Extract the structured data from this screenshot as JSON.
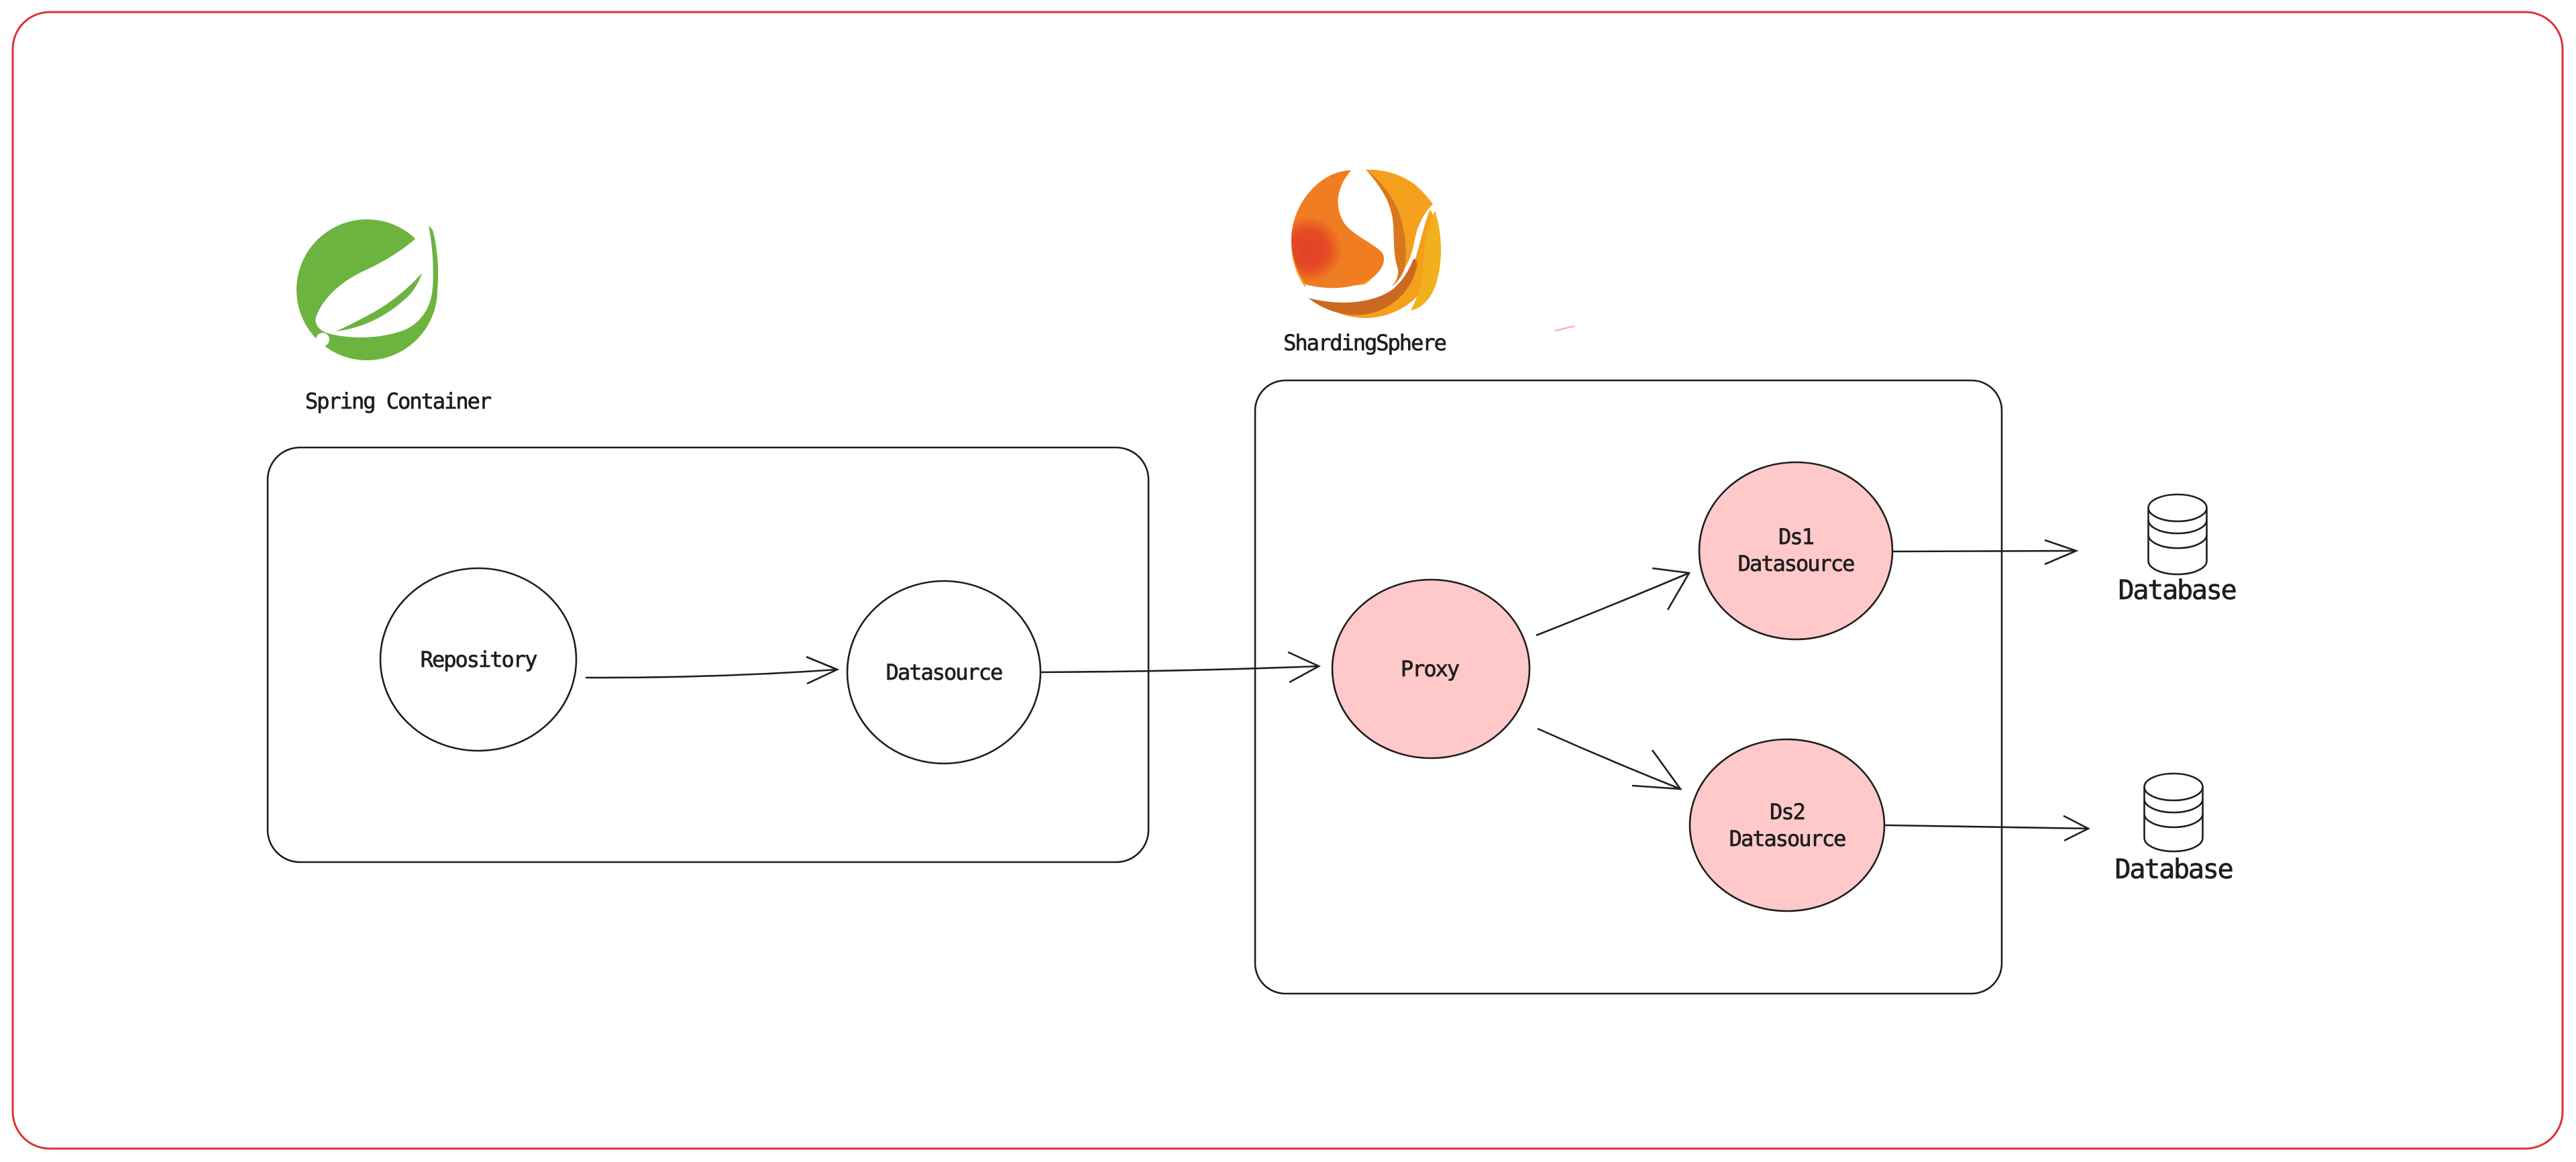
{
  "page": {
    "type": "hand-drawn architecture diagram",
    "background": "#ffffff"
  },
  "labels": {
    "spring_container": "Spring Container",
    "shardingsphere": "ShardingSphere",
    "repository": "Repository",
    "datasource": "Datasource",
    "proxy": "Proxy",
    "ds1_line1": "Ds1",
    "ds1_line2": "Datasource",
    "ds2_line1": "Ds2",
    "ds2_line2": "Datasource",
    "database_top": "Database",
    "database_bottom": "Database"
  },
  "colors": {
    "ink": "#1e1e1e",
    "page_border": "#e03131",
    "node_fill_pink": "#ffc9c9",
    "plain_node_fill": "#ffffff",
    "spring_green": "#6db33f",
    "ss_orange": "#f07d21",
    "ss_yellow_base": "#f5a01d",
    "ss_dark_edge": "#d9771e",
    "ss_bottom_dark": "#cb6921",
    "ss_right_crescent": "#f2b01c",
    "ss_red_blob": "#e34026",
    "stray_stroke_pink": "#ffb5b5"
  },
  "diagram": {
    "groups": [
      {
        "id": "spring-container-box",
        "label": "Spring Container",
        "logo": "spring-leaf"
      },
      {
        "id": "shardingsphere-box",
        "label": "ShardingSphere",
        "logo": "shardingsphere-sphere"
      }
    ],
    "nodes": [
      {
        "id": "repository",
        "label": "Repository",
        "group": "spring-container-box",
        "fill": "white"
      },
      {
        "id": "datasource",
        "label": "Datasource",
        "group": "spring-container-box",
        "fill": "white"
      },
      {
        "id": "proxy",
        "label": "Proxy",
        "group": "shardingsphere-box",
        "fill": "pink"
      },
      {
        "id": "ds1-datasource",
        "label": "Ds1 Datasource",
        "group": "shardingsphere-box",
        "fill": "pink"
      },
      {
        "id": "ds2-datasource",
        "label": "Ds2 Datasource",
        "group": "shardingsphere-box",
        "fill": "pink"
      },
      {
        "id": "database-top",
        "label": "Database",
        "group": null,
        "icon": "database-cylinder"
      },
      {
        "id": "database-bottom",
        "label": "Database",
        "group": null,
        "icon": "database-cylinder"
      }
    ],
    "edges": [
      {
        "from": "repository",
        "to": "datasource"
      },
      {
        "from": "datasource",
        "to": "proxy"
      },
      {
        "from": "proxy",
        "to": "ds1-datasource"
      },
      {
        "from": "proxy",
        "to": "ds2-datasource"
      },
      {
        "from": "ds1-datasource",
        "to": "database-top"
      },
      {
        "from": "ds2-datasource",
        "to": "database-bottom"
      }
    ]
  }
}
